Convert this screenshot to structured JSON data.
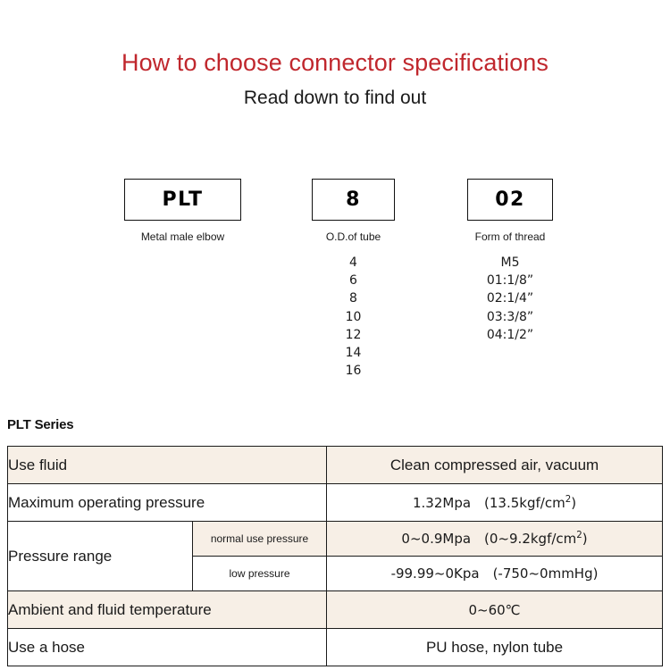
{
  "header": {
    "title": "How to choose connector specifications",
    "subtitle": "Read down to find out",
    "title_color": "#c0272d"
  },
  "code_builder": {
    "columns": [
      {
        "box_value": "PLT",
        "caption": "Metal male elbow",
        "options": []
      },
      {
        "box_value": "8",
        "caption": "O.D.of tube",
        "options": [
          "4",
          "6",
          "8",
          "10",
          "12",
          "14",
          "16"
        ]
      },
      {
        "box_value": "02",
        "caption": "Form of thread",
        "options": [
          "M5",
          "01:1/8”",
          "02:1/4”",
          "03:3/8”",
          "04:1/2”"
        ]
      }
    ]
  },
  "spec": {
    "heading": "PLT Series",
    "shade_color": "#f7efe6",
    "rows": [
      {
        "label": "Use fluid",
        "sub_label": null,
        "value": "Clean compressed air, vacuum",
        "shaded": true,
        "value_big": true
      },
      {
        "label": "Maximum operating pressure",
        "sub_label": null,
        "value_html": "1.32Mpa (13.5kgf/cm<sup>2</sup>)",
        "value": "1.32Mpa  (13.5kgf/cm2)",
        "shaded": false,
        "value_big": false
      },
      {
        "label": "Pressure range",
        "sub_label": "normal use pressure",
        "value_html": "0~0.9Mpa (0~9.2kgf/cm<sup>2</sup>)",
        "value": "0~0.9Mpa  (0~9.2kgf/cm2)",
        "shaded": true,
        "value_big": false
      },
      {
        "label": "",
        "sub_label": "low pressure",
        "value": "-99.99~0Kpa (-750~0mmHg)",
        "shaded": false,
        "value_big": false
      },
      {
        "label": "Ambient and fluid temperature",
        "sub_label": null,
        "value": "0~60℃",
        "shaded": true,
        "value_big": false
      },
      {
        "label": "Use a hose",
        "sub_label": null,
        "value": "PU hose, nylon tube",
        "shaded": false,
        "value_big": true
      }
    ]
  }
}
